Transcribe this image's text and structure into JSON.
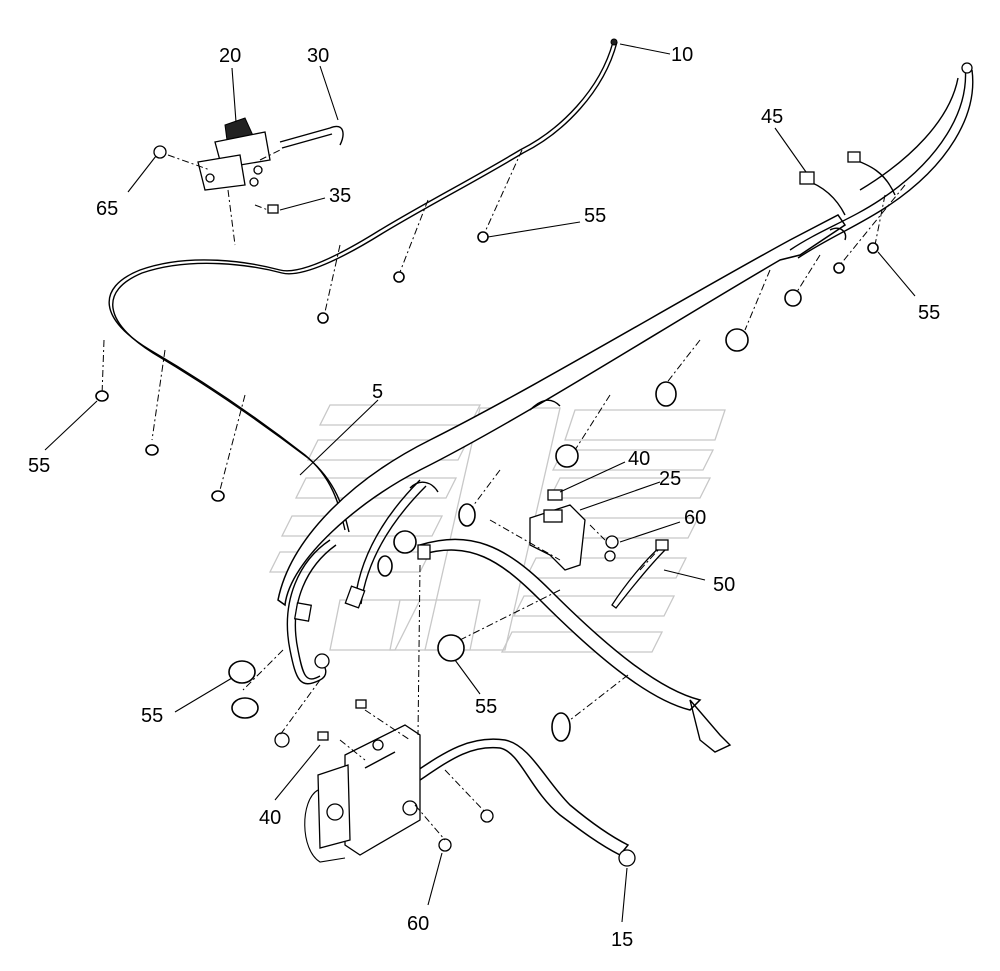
{
  "callouts": {
    "c5": "5",
    "c10": "10",
    "c15": "15",
    "c20": "20",
    "c25": "25",
    "c30": "30",
    "c35": "35",
    "c40_top": "40",
    "c40_bottom": "40",
    "c45": "45",
    "c50": "50",
    "c55_center": "55",
    "c55_right": "55",
    "c55_left": "55",
    "c55_lower_left": "55",
    "c55_lower_mid": "55",
    "c60_right": "60",
    "c60_bottom": "60",
    "c65": "65"
  }
}
